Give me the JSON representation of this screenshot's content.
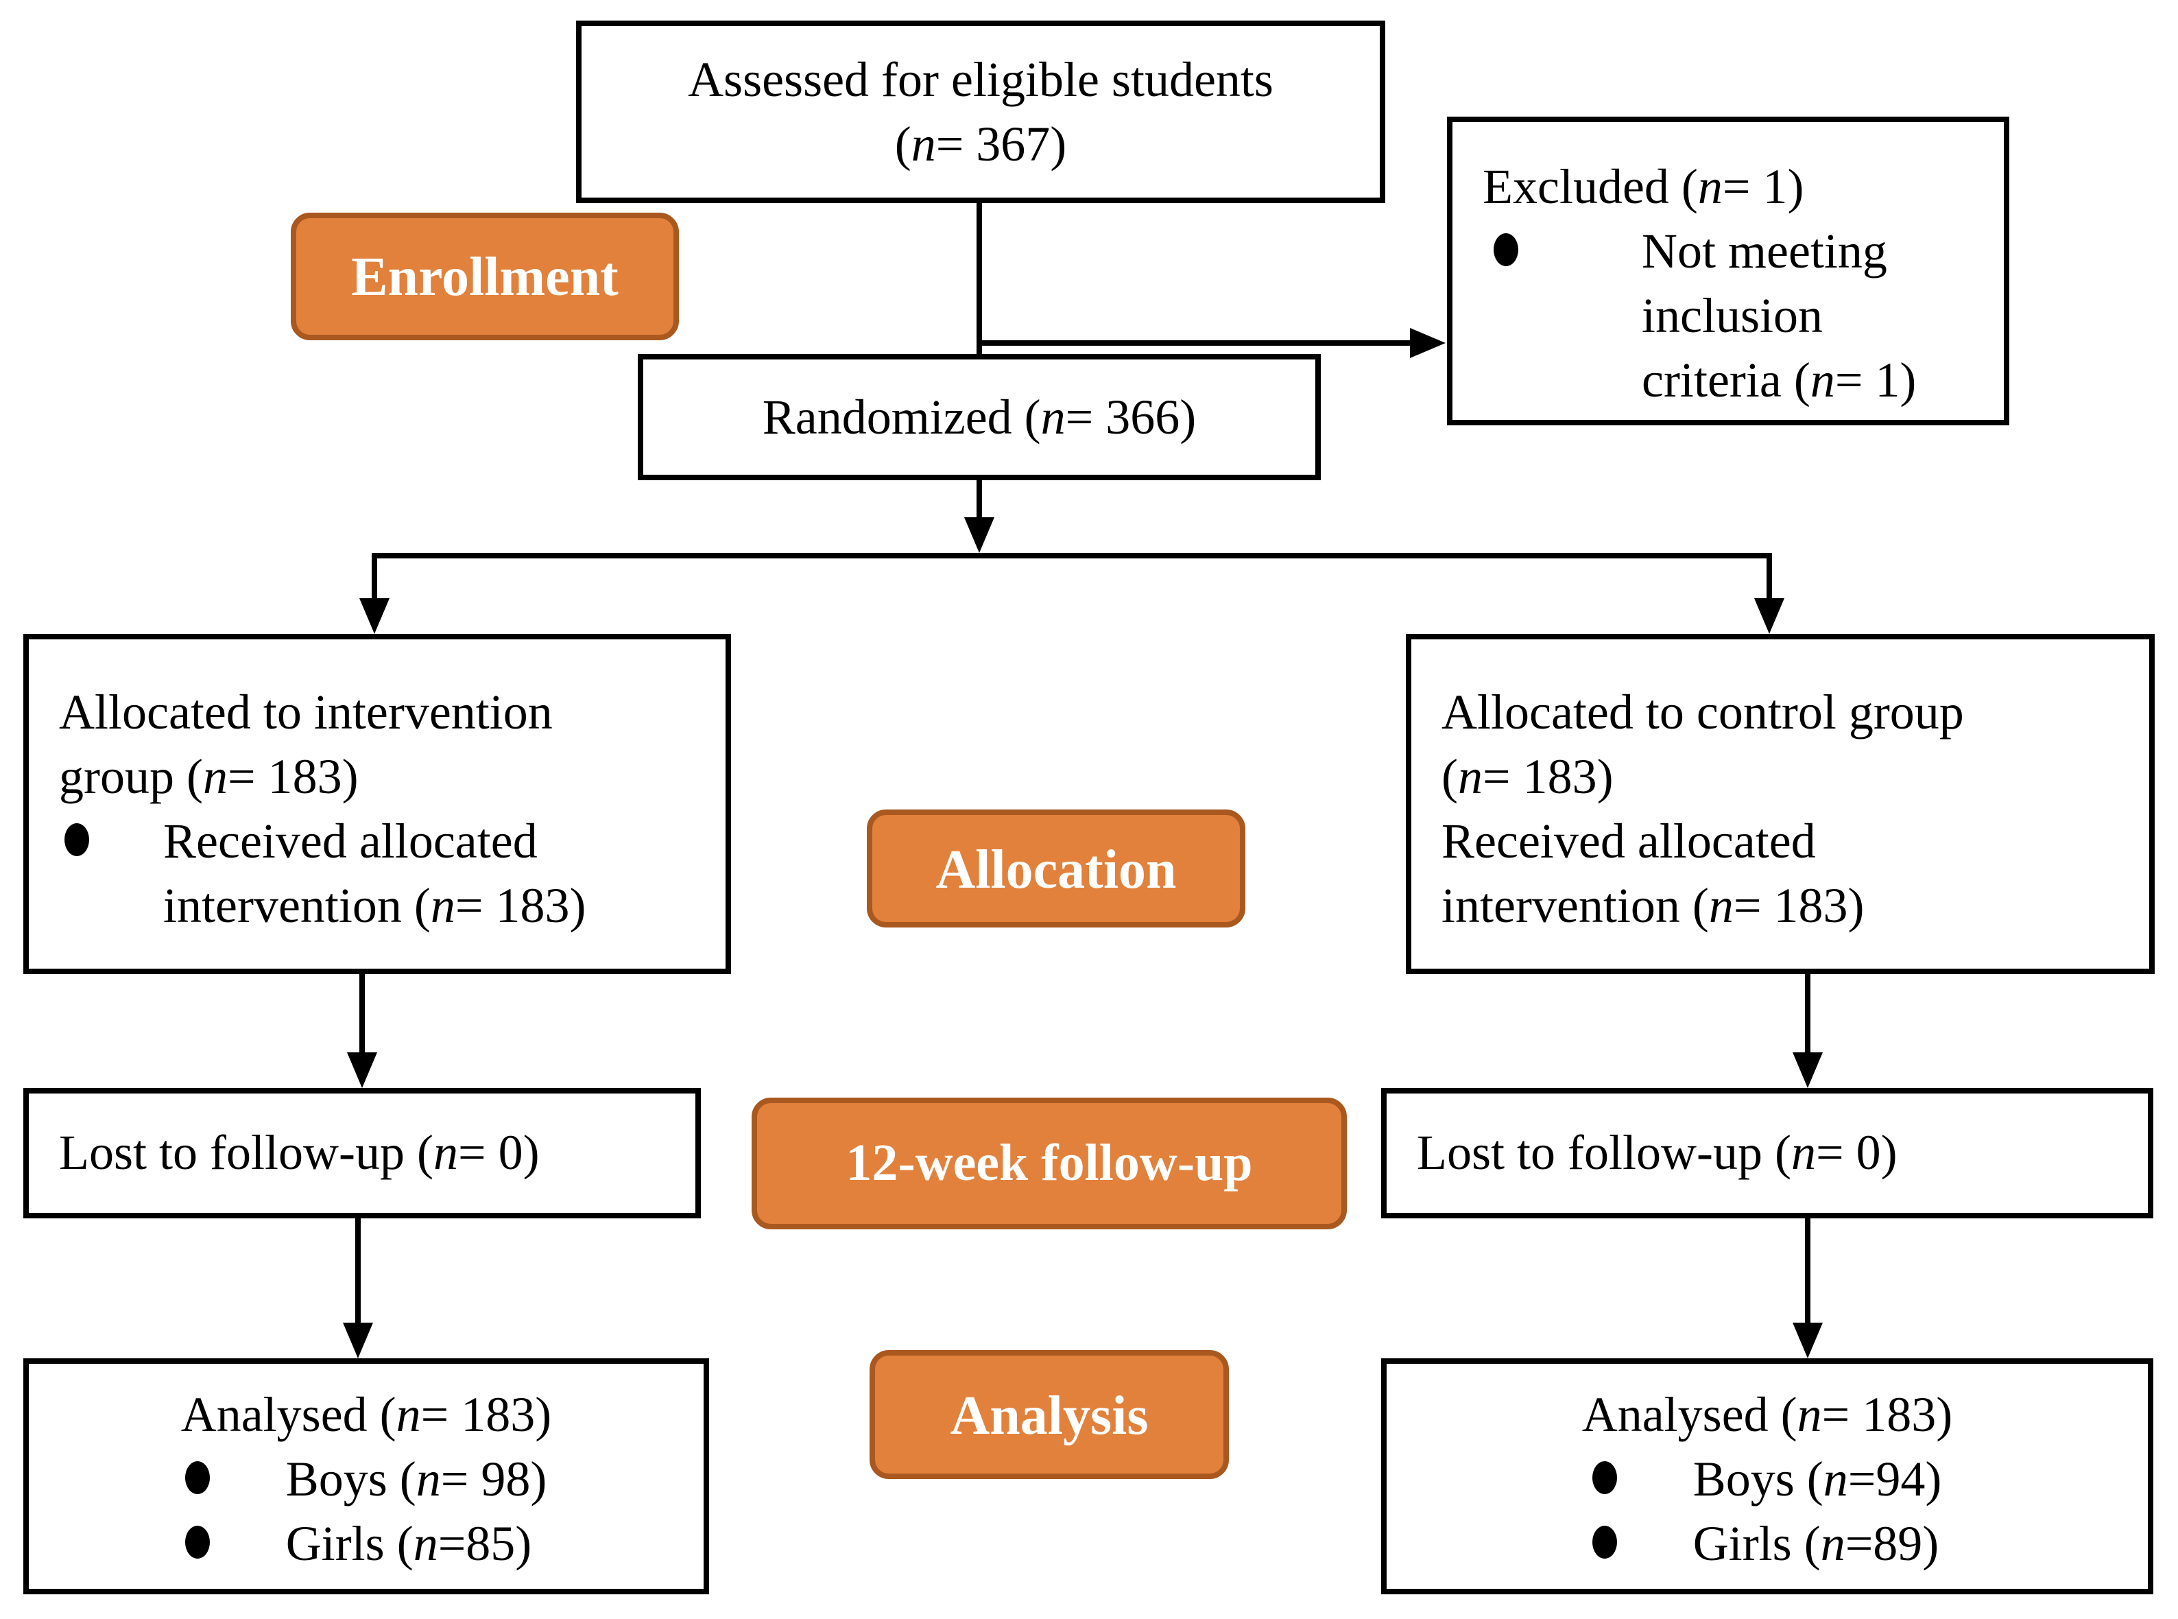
{
  "colors": {
    "stage_fill": "#E2813C",
    "stage_border": "#A9581F",
    "stage_text": "#FFFFFF",
    "box_background": "#FFFFFF",
    "box_border": "#000000",
    "text_color": "#000000",
    "page_background": "#FFFFFF"
  },
  "stages": {
    "enrollment": {
      "label": "Enrollment"
    },
    "allocation": {
      "label": "Allocation"
    },
    "follow_up": {
      "label": "12-week follow-up"
    },
    "analysis": {
      "label": "Analysis"
    }
  },
  "boxes": {
    "assessed": {
      "line1": "Assessed for eligible students",
      "line2": "(*n*= 367)"
    },
    "excluded": {
      "title": "Excluded (*n*= 1)",
      "bullet": {
        "line1": "Not meeting",
        "line2": "inclusion",
        "line3": "criteria (*n*= 1)"
      }
    },
    "randomized": {
      "text": "Randomized (*n*= 366)"
    },
    "allocated_intervention": {
      "line1": "Allocated to intervention",
      "line2": "group (*n*= 183)",
      "bullet": {
        "line1": "Received allocated",
        "line2": "intervention (*n*= 183)"
      }
    },
    "allocated_control": {
      "line1": "Allocated to control group",
      "line2": "(*n*= 183)",
      "line3": "Received allocated",
      "line4": "intervention (*n*= 183)"
    },
    "lost_intervention": {
      "text": "Lost to follow-up (*n*= 0)"
    },
    "lost_control": {
      "text": "Lost to follow-up (*n*= 0)"
    },
    "analysed_intervention": {
      "title": "Analysed (*n*= 183)",
      "bullet1": "Boys (*n*= 98)",
      "bullet2": "Girls (*n*=85)"
    },
    "analysed_control": {
      "title": "Analysed (*n*= 183)",
      "bullet1": "Boys (*n*=94)",
      "bullet2": "Girls (*n*=89)"
    }
  }
}
